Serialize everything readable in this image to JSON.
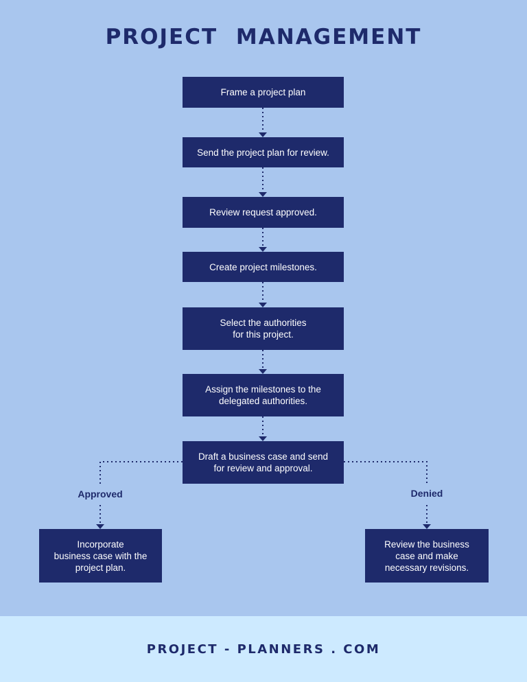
{
  "header": {
    "title": "PROJECT MANAGEMENT"
  },
  "flow": {
    "steps": [
      "Frame a project plan",
      "Send the project plan for review.",
      "Review request approved.",
      "Create project milestones.",
      "Select the authorities\nfor this project.",
      "Assign the milestones to the\ndelegated authorities.",
      "Draft a business case and send\nfor review and approval."
    ],
    "approved": {
      "label": "Approved",
      "outcome": "Incorporate\nbusiness case with the\nproject plan."
    },
    "denied": {
      "label": "Denied",
      "outcome": "Review the business\ncase and make\nnecessary revisions."
    }
  },
  "footer": {
    "website": "PROJECT - PLANNERS . COM"
  },
  "colors": {
    "background": "#a9c6ee",
    "box": "#1e2a6b",
    "footer_bg": "#cdeaff",
    "text_dark": "#1e2a6b"
  }
}
